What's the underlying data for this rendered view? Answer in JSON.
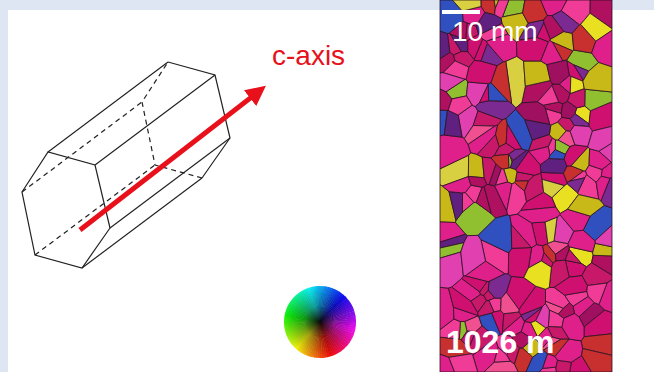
{
  "diagram": {
    "labels": [
      "c-axis",
      "10 mm",
      "1026 m"
    ]
  }
}
